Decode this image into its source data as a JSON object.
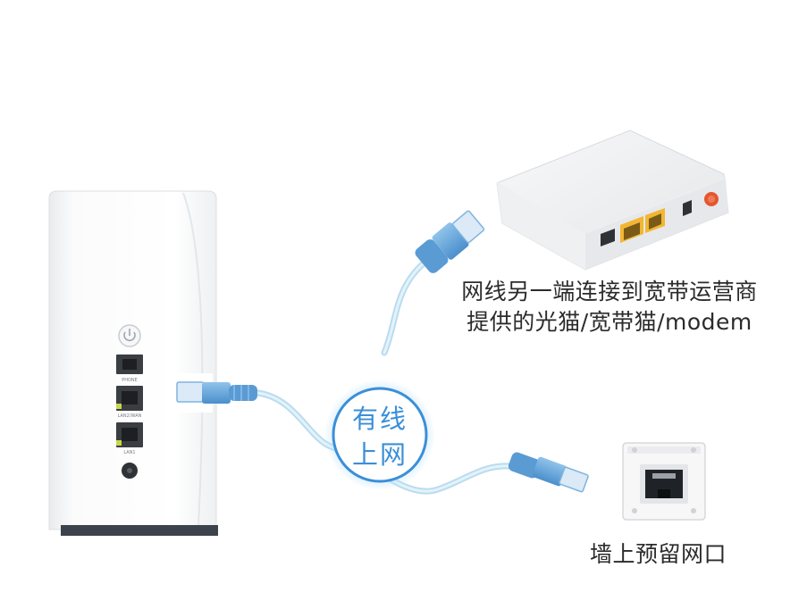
{
  "modem_label": {
    "line1": "网线另一端连接到宽带运营商",
    "line2": "提供的光猫/宽带猫/modem"
  },
  "badge": {
    "line1": "有线",
    "line2": "上网"
  },
  "wall_label": "墙上预留网口",
  "router": {
    "port_labels": [
      "PHONE",
      "LAN2/WAN",
      "LAN1"
    ]
  },
  "colors": {
    "accent": "#3b8fd8",
    "cable": "#cfe6f3",
    "connector": "#6aa9dc",
    "modem_port": "#f2b632",
    "modem_button": "#e4572e"
  }
}
